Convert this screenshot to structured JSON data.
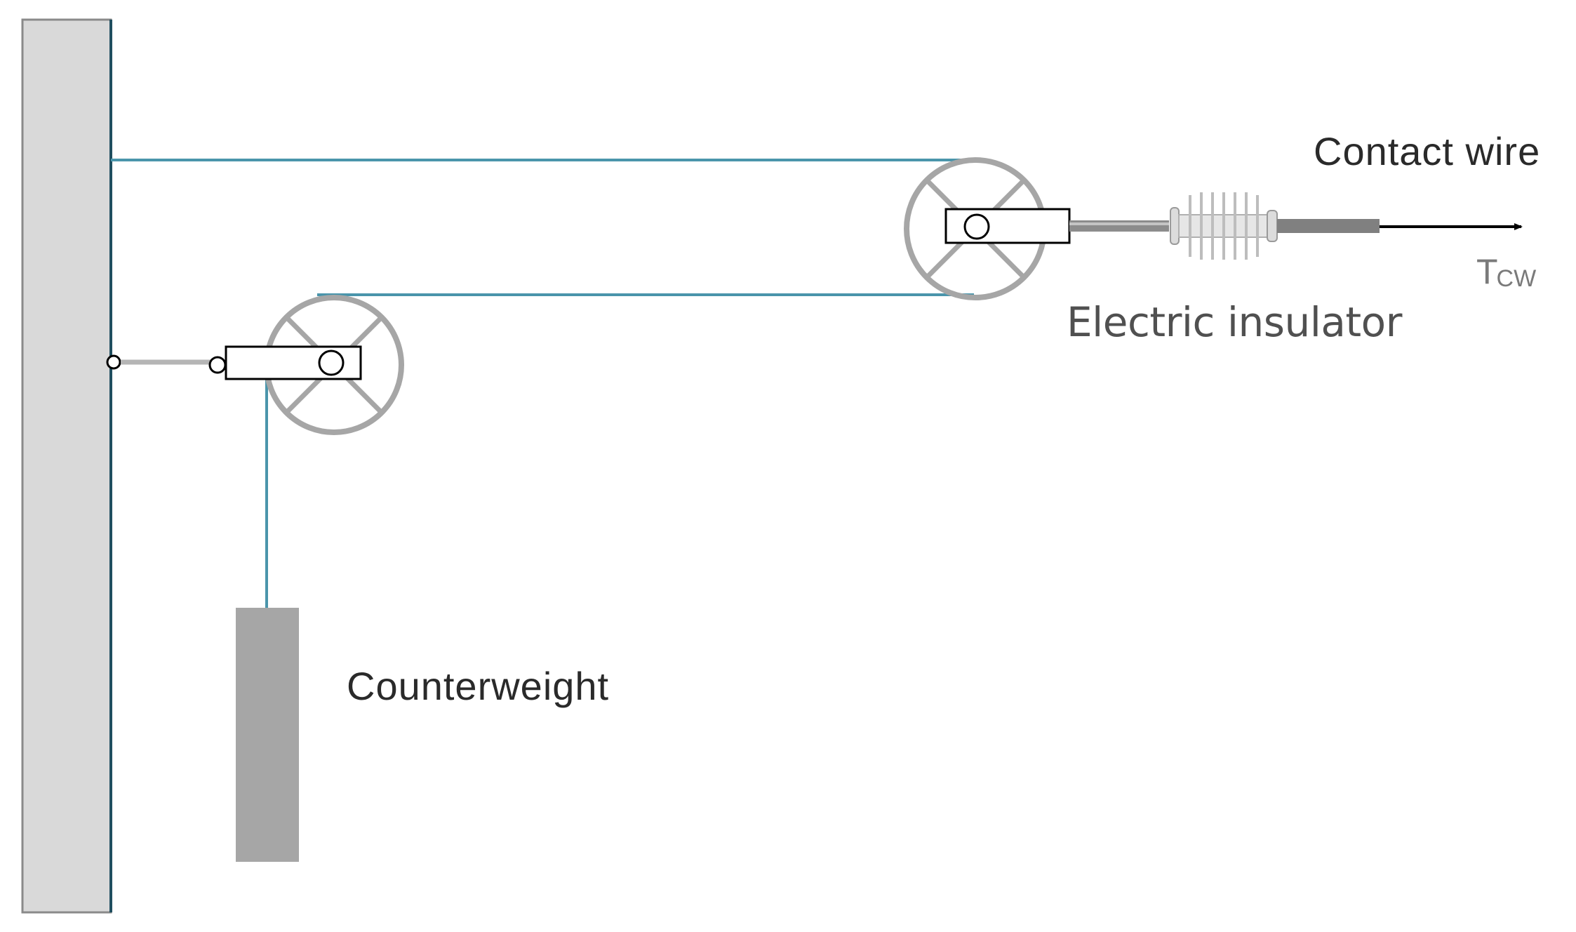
{
  "labels": {
    "contact_wire": "Contact wire",
    "electric_insulator": "Electric insulator",
    "counterweight": "Counterweight",
    "tension_symbol": "T",
    "tension_subscript": "CW"
  },
  "colors": {
    "pole_fill": "#d9d9d9",
    "pole_edge": "#1f4e5f",
    "cable": "#4a95ab",
    "wheel": "#a6a6a6",
    "counterweight": "#a6a6a6",
    "insulator": "#cfcfcf",
    "contact_wire": "#000000",
    "rod": "#8c8c8c"
  }
}
